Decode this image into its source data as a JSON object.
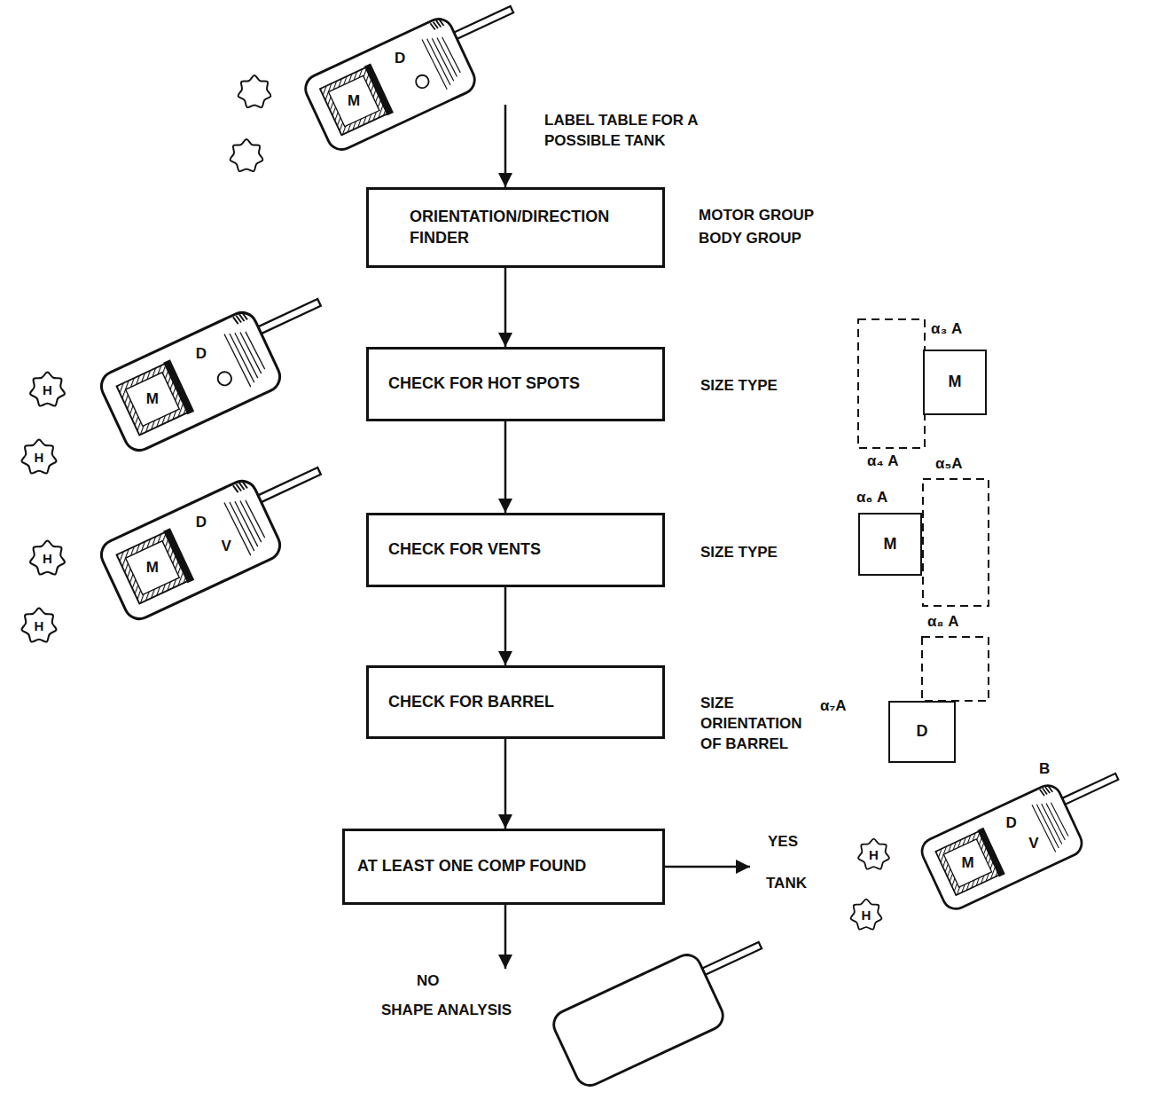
{
  "diagram": {
    "nodes": [
      {
        "text": [
          "ORIENTATION/DIRECTION FINDER"
        ]
      },
      {
        "text": [
          "CHECK FOR HOT SPOTS"
        ]
      },
      {
        "text": [
          "CHECK FOR VENTS"
        ]
      },
      {
        "text": [
          "CHECK FOR BARREL"
        ]
      },
      {
        "text": [
          "AT LEAST ONE COMP FOUND"
        ]
      },
      {
        "text": [
          "M"
        ]
      },
      {
        "text": [
          "M"
        ]
      },
      {
        "text": [
          "D"
        ]
      }
    ],
    "edges": [
      {
        "from": 0,
        "to": 1,
        "arrow": "to"
      },
      {
        "from": 1,
        "to": 2,
        "arrow": "to"
      },
      {
        "from": 2,
        "to": 3,
        "arrow": "to"
      },
      {
        "from": 3,
        "to": 4,
        "arrow": "to"
      }
    ],
    "labels": [
      "D",
      "M",
      "LABEL TABLE FOR A POSSIBLE TANK",
      "MOTOR GROUP",
      "BODY GROUP",
      "α₃ A",
      "D",
      "H",
      "M",
      "H",
      "SIZE TYPE",
      "α₄ A",
      "α₅A",
      "α₆ A",
      "D",
      "H",
      "M",
      "V",
      "H",
      "SIZE TYPE",
      "α₈ A",
      "α₇A",
      "SIZE ORIENTATION OF BARREL",
      "B",
      "YES",
      "TANK",
      "D",
      "H",
      "M",
      "V",
      "H",
      "NO",
      "SHAPE ANALYSIS"
    ]
  }
}
